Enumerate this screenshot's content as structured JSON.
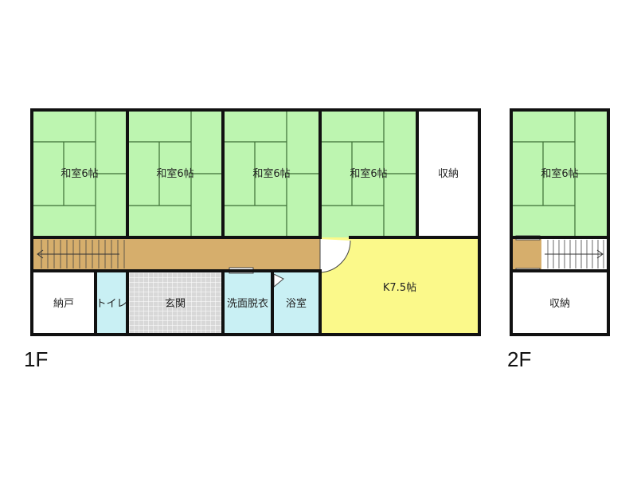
{
  "colors": {
    "tatami": "#bdf5b0",
    "tatami_line": "#3c6e35",
    "wall": "#111111",
    "corridor": "#d6ae6c",
    "kitchen": "#fbf98a",
    "wet_area": "#c9f0f4",
    "genkan": "#d8d8d8",
    "storage": "#ffffff"
  },
  "floors": [
    {
      "label": "1F",
      "rooms": [
        {
          "id": "washitsu-1",
          "label": "和室6帖",
          "kind": "tatami"
        },
        {
          "id": "washitsu-2",
          "label": "和室6帖",
          "kind": "tatami"
        },
        {
          "id": "washitsu-3",
          "label": "和室6帖",
          "kind": "tatami"
        },
        {
          "id": "washitsu-4",
          "label": "和室6帖",
          "kind": "tatami"
        },
        {
          "id": "shuno",
          "label": "収納",
          "kind": "storage"
        },
        {
          "id": "nando",
          "label": "納戸",
          "kind": "storage"
        },
        {
          "id": "toilet",
          "label": "トイレ",
          "kind": "wet"
        },
        {
          "id": "genkan",
          "label": "玄関",
          "kind": "genkan"
        },
        {
          "id": "senmen",
          "label": "洗面脱衣",
          "kind": "wet"
        },
        {
          "id": "yokushitsu",
          "label": "浴室",
          "kind": "wet"
        },
        {
          "id": "kitchen",
          "label": "K7.5帖",
          "kind": "kitchen"
        }
      ]
    },
    {
      "label": "2F",
      "rooms": [
        {
          "id": "washitsu-2f",
          "label": "和室6帖",
          "kind": "tatami"
        },
        {
          "id": "shuno-2f",
          "label": "収納",
          "kind": "storage"
        }
      ]
    }
  ]
}
